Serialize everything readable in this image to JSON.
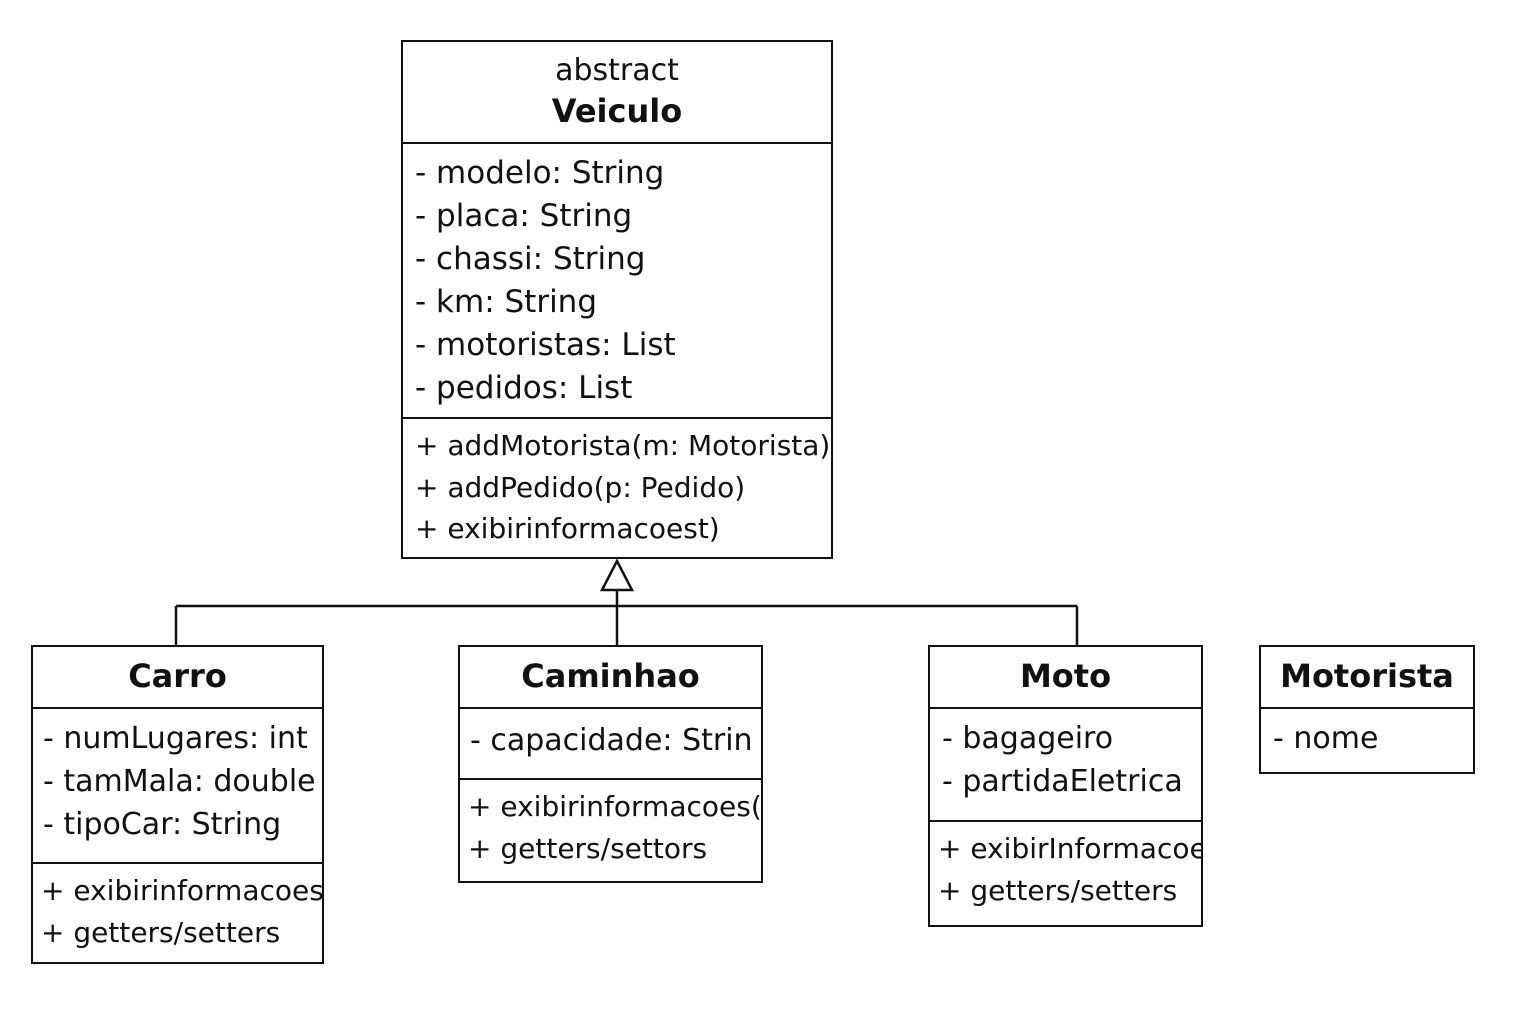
{
  "classes": {
    "veiculo": {
      "stereotype": "abstract",
      "name": "Veiculo",
      "attributes": [
        "- modelo: String",
        "- placa: String",
        "- chassi: String",
        "- km: String",
        "- motoristas: List",
        "- pedidos: List"
      ],
      "operations": [
        "+ addMotorista(m: Motorista)",
        "+ addPedido(p: Pedido)",
        "+ exibirinformacoest)"
      ]
    },
    "carro": {
      "name": "Carro",
      "attributes": [
        "- numLugares: int",
        "- tamMala: double",
        "- tipoCar: String"
      ],
      "operations": [
        "+ exibirinformacoes",
        "+ getters/setters"
      ]
    },
    "caminhao": {
      "name": "Caminhao",
      "attributes": [
        "- capacidade: Strin"
      ],
      "operations": [
        "+ exibirinformacoes(",
        "+ getters/settors"
      ]
    },
    "moto": {
      "name": "Moto",
      "attributes": [
        "- bagageiro",
        "- partidaEletrica"
      ],
      "operations": [
        "+ exibirInformacoe",
        "+ getters/setters"
      ]
    },
    "motorista": {
      "name": "Motorista",
      "attributes": [
        "- nome"
      ]
    }
  },
  "relations": [
    {
      "type": "generalization",
      "from": "Carro",
      "to": "Veiculo"
    },
    {
      "type": "generalization",
      "from": "Caminhao",
      "to": "Veiculo"
    },
    {
      "type": "generalization",
      "from": "Moto",
      "to": "Veiculo"
    }
  ]
}
